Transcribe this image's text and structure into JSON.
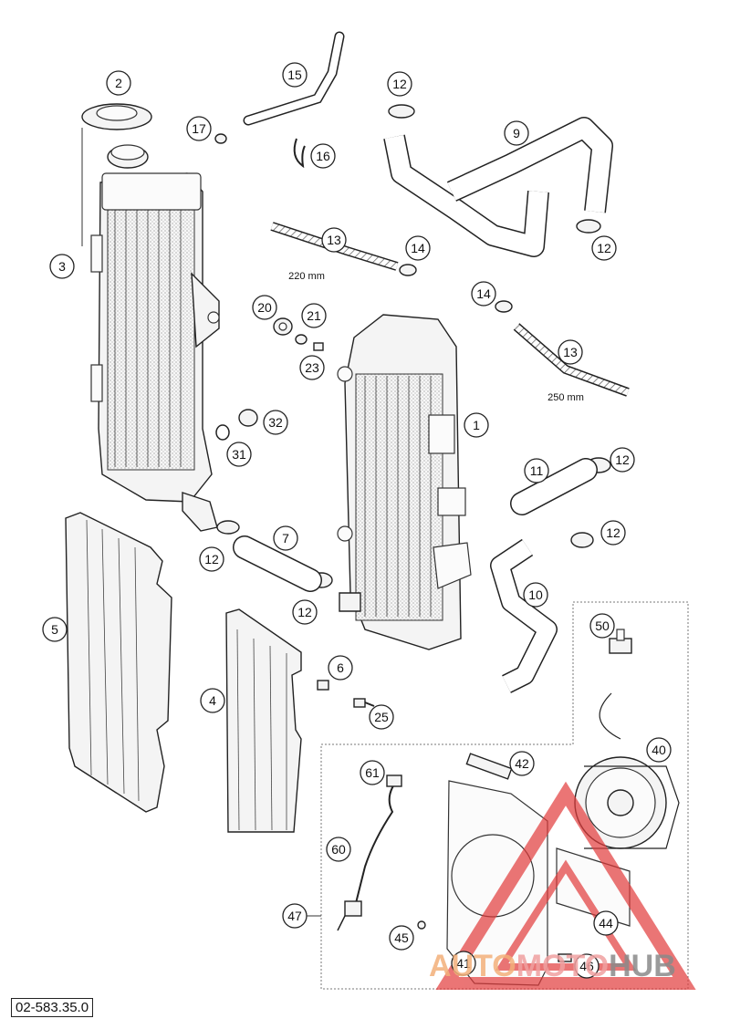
{
  "doc_number": "02-583.35.0",
  "dimensions": {
    "hose_13_upper": "220 mm",
    "hose_13_lower": "250 mm"
  },
  "callouts": {
    "c1": "1",
    "c2": "2",
    "c3": "3",
    "c4": "4",
    "c5": "5",
    "c6": "6",
    "c7": "7",
    "c9": "9",
    "c10": "10",
    "c11": "11",
    "c12a": "12",
    "c12b": "12",
    "c12c": "12",
    "c12d": "12",
    "c12e": "12",
    "c12f": "12",
    "c13a": "13",
    "c13b": "13",
    "c14a": "14",
    "c14b": "14",
    "c15": "15",
    "c16": "16",
    "c17": "17",
    "c20": "20",
    "c21": "21",
    "c23": "23",
    "c25": "25",
    "c31": "31",
    "c32": "32",
    "c40": "40",
    "c41": "41",
    "c42": "42",
    "c44": "44",
    "c45": "45",
    "c46": "46",
    "c47": "47",
    "c50": "50",
    "c60": "60",
    "c61": "61"
  },
  "watermark": {
    "part1": "AUTO",
    "part2": "MOTO",
    "part3": "HUB"
  },
  "colors": {
    "watermark_triangle": "#e23b3b",
    "line": "#222222"
  }
}
